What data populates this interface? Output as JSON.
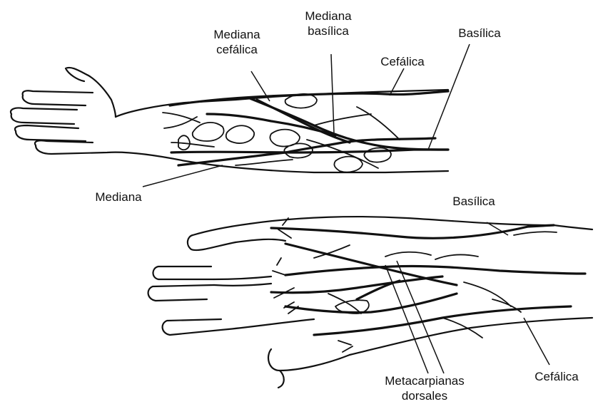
{
  "forearm_labels": {
    "mediana_cefalica_line1": "Mediana",
    "mediana_cefalica_line2": "cefálica",
    "mediana_basilica_line1": "Mediana",
    "mediana_basilica_line2": "basílica",
    "cefalica": "Cefálica",
    "basilica": "Basílica",
    "mediana": "Mediana"
  },
  "hand_labels": {
    "basilica": "Basílica",
    "metacarpianas_line1": "Metacarpianas",
    "metacarpianas_line2": "dorsales",
    "cefalica": "Cefálica"
  }
}
